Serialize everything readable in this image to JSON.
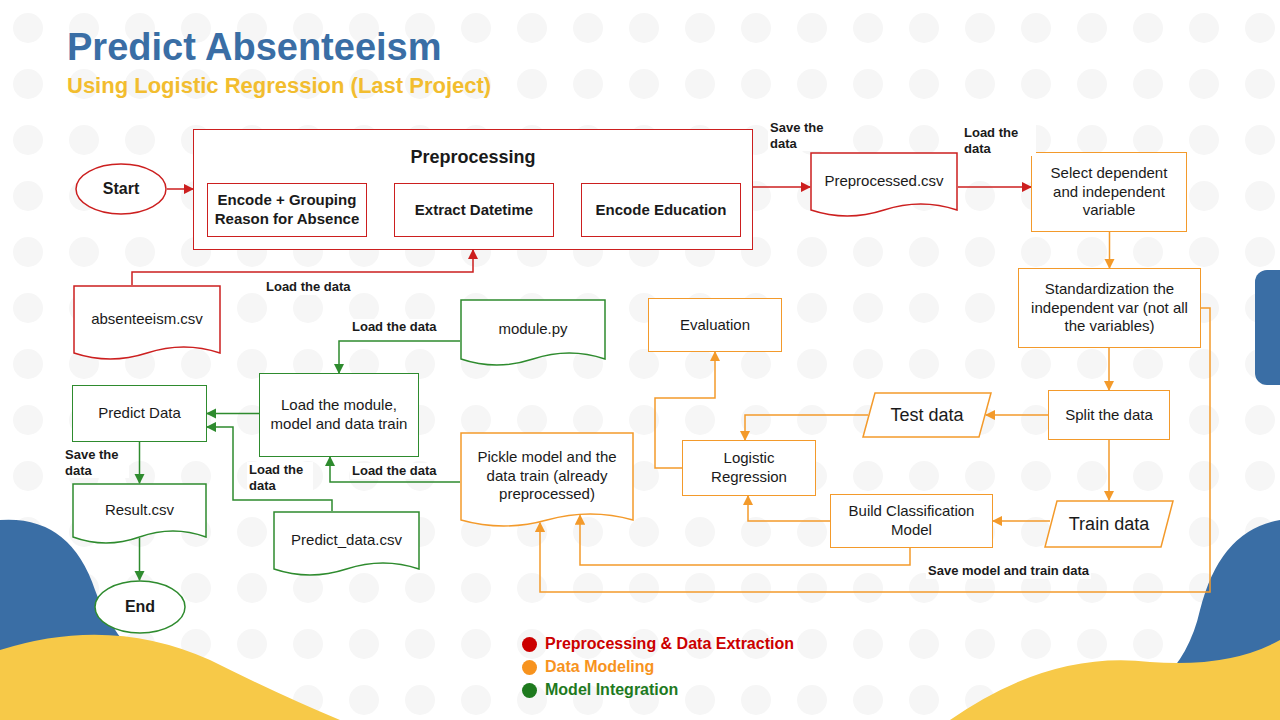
{
  "diagram": {
    "title": "Predict Absenteeism",
    "caption": "Using Logistic Regression (Last Project)",
    "nodes": [
      {
        "text": [
          "Start"
        ]
      },
      {
        "text": [
          "Preprocessing"
        ]
      },
      {
        "text": [
          "Encode + Grouping Reason for Absence"
        ],
        "in": 1
      },
      {
        "text": [
          "Extract Datetime"
        ],
        "in": 1
      },
      {
        "text": [
          "Encode Education"
        ],
        "in": 1
      },
      {
        "text": [
          "Preprocessed.csv"
        ]
      },
      {
        "text": [
          "Select dependent and independent variable"
        ]
      },
      {
        "text": [
          "absenteeism.csv"
        ]
      },
      {
        "text": [
          "module.py"
        ]
      },
      {
        "text": [
          "Evaluation"
        ]
      },
      {
        "text": [
          "Standardization the independent var (not all the variables)"
        ]
      },
      {
        "text": [
          "Predict Data"
        ]
      },
      {
        "text": [
          "Load the module, model and data train"
        ]
      },
      {
        "text": [
          "Test data"
        ]
      },
      {
        "text": [
          "Split the data"
        ]
      },
      {
        "text": [
          "Logistic Regression"
        ]
      },
      {
        "text": [
          "Pickle model and the data train (already preprocessed)"
        ]
      },
      {
        "text": [
          "Result.csv"
        ]
      },
      {
        "text": [
          "Build Classification Model"
        ]
      },
      {
        "text": [
          "Train data"
        ]
      },
      {
        "text": [
          "Predict_data.csv"
        ]
      },
      {
        "text": [
          "End"
        ]
      }
    ],
    "edges": [
      {
        "from": 0,
        "to": 1,
        "arrow": "to"
      },
      {
        "from": 1,
        "to": 5,
        "label": "Save the data",
        "arrow": "to"
      },
      {
        "from": 5,
        "to": 6,
        "label": "Load the data",
        "arrow": "to"
      },
      {
        "from": 7,
        "to": 1,
        "label": "Load the data",
        "arrow": "to"
      },
      {
        "from": 6,
        "to": 10,
        "arrow": "to"
      },
      {
        "from": 10,
        "to": 14,
        "arrow": "to"
      },
      {
        "from": 14,
        "to": 13,
        "arrow": "to"
      },
      {
        "from": 14,
        "to": 19,
        "arrow": "to"
      },
      {
        "from": 13,
        "to": 15,
        "arrow": "to"
      },
      {
        "from": 19,
        "to": 18,
        "arrow": "to"
      },
      {
        "from": 18,
        "to": 15,
        "arrow": "to"
      },
      {
        "from": 15,
        "to": 9,
        "arrow": "to"
      },
      {
        "from": 18,
        "to": 16,
        "label": "Save model and train data",
        "arrow": "to"
      },
      {
        "from": 10,
        "to": 16,
        "arrow": "to"
      },
      {
        "from": 8,
        "to": 12,
        "label": "Load the data",
        "arrow": "to"
      },
      {
        "from": 16,
        "to": 12,
        "label": "Load the data",
        "arrow": "to"
      },
      {
        "from": 12,
        "to": 11,
        "arrow": "to"
      },
      {
        "from": 20,
        "to": 11,
        "label": "Load the data",
        "arrow": "to"
      },
      {
        "from": 11,
        "to": 17,
        "label": "Save the data",
        "arrow": "to"
      },
      {
        "from": 17,
        "to": 21,
        "arrow": "to"
      }
    ],
    "legend": [
      {
        "text": "Preprocessing & Data Extraction",
        "color": "#cc0000"
      },
      {
        "text": "Data Modeling",
        "color": "#f7931e"
      },
      {
        "text": "Model Integration",
        "color": "#1e7a1e"
      }
    ]
  }
}
